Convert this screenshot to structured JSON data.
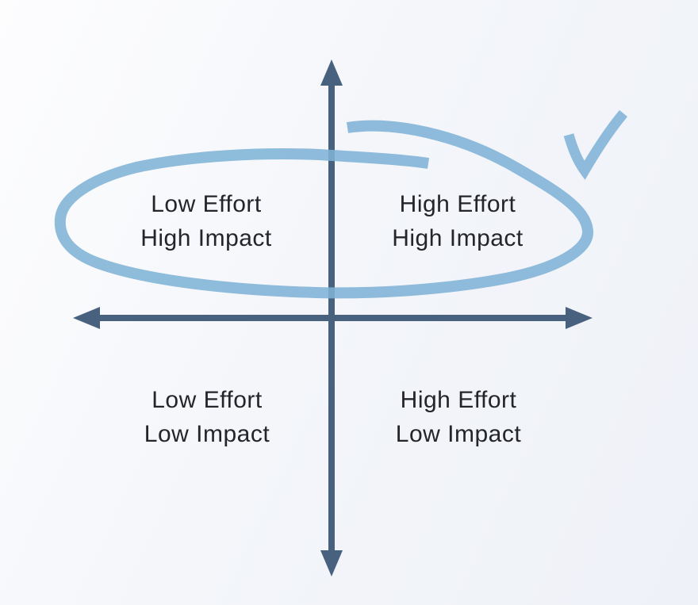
{
  "diagram": {
    "type": "effort-impact-2x2-matrix",
    "quadrant_top_left": {
      "line1": "Low Effort",
      "line2": "High Impact"
    },
    "quadrant_top_right": {
      "line1": "High Effort",
      "line2": "High Impact"
    },
    "quadrant_bottom_left": {
      "line1": "Low Effort",
      "line2": "Low Impact"
    },
    "quadrant_bottom_right": {
      "line1": "High Effort",
      "line2": "Low Impact"
    },
    "annotations": {
      "highlight_ellipse": "hand-drawn ellipse circling the High Impact row",
      "checkmark": "hand-drawn check mark at top right"
    },
    "colors": {
      "axis": "#47617F",
      "highlight": "#7FB3D6",
      "text": "#24242A",
      "background": "#F3F5F9"
    }
  }
}
